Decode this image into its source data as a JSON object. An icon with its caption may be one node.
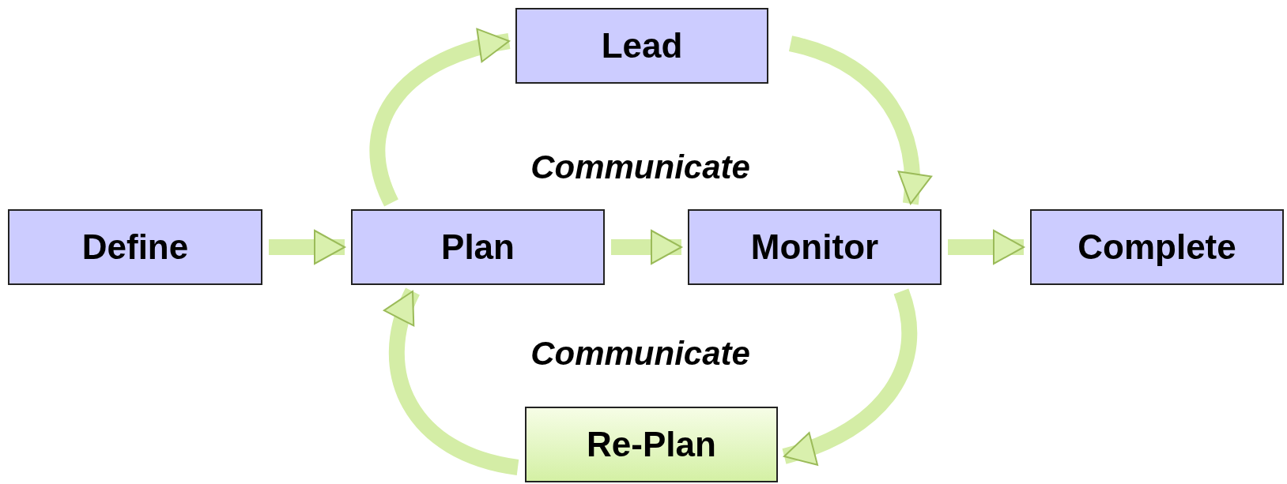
{
  "diagram": {
    "nodes": [
      {
        "text": [
          "Lead"
        ]
      },
      {
        "text": [
          "Define"
        ]
      },
      {
        "text": [
          "Plan"
        ]
      },
      {
        "text": [
          "Monitor"
        ]
      },
      {
        "text": [
          "Complete"
        ]
      },
      {
        "text": [
          "Re-Plan"
        ]
      }
    ],
    "edges": [
      {
        "from": 1,
        "to": 2,
        "arrow": "to"
      },
      {
        "from": 2,
        "to": 3,
        "arrow": "to"
      },
      {
        "from": 3,
        "to": 4,
        "arrow": "to"
      },
      {
        "from": 2,
        "to": 0,
        "arrow": "to"
      },
      {
        "from": 0,
        "to": 3,
        "arrow": "to"
      },
      {
        "from": 3,
        "to": 5,
        "arrow": "to"
      },
      {
        "from": 5,
        "to": 2,
        "arrow": "to"
      }
    ],
    "labels": [
      "Communicate",
      "Communicate"
    ]
  }
}
